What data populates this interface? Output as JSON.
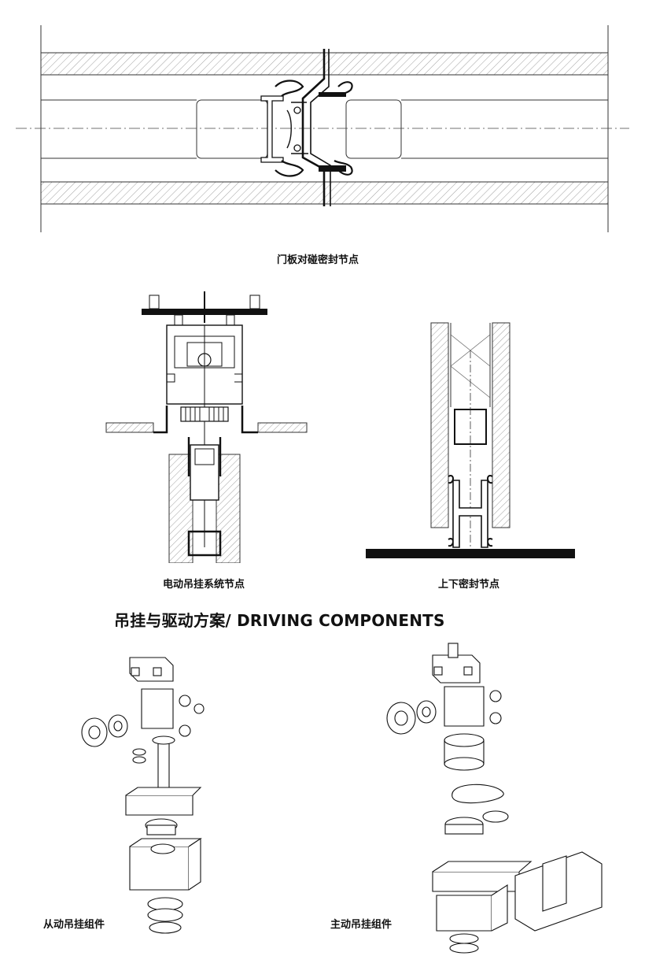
{
  "captions": {
    "door_seal": "门板对碰密封节点",
    "electric_hanger": "电动吊挂系统节点",
    "top_bottom_seal": "上下密封节点"
  },
  "section": {
    "title": "吊挂与驱动方案/ DRIVING COMPONENTS"
  },
  "components": {
    "driven": "从动吊挂组件",
    "driving": "主动吊挂组件"
  },
  "colors": {
    "line": "#111111",
    "hatch": "#9a9a9a",
    "background": "#ffffff"
  }
}
